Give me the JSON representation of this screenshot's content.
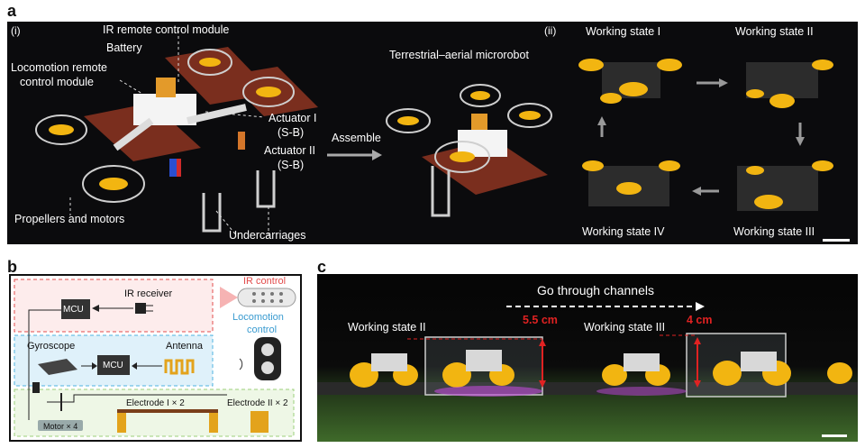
{
  "panel_a": {
    "letter": "a",
    "sub_i": "(i)",
    "sub_ii": "(ii)",
    "labels": {
      "ir_module": "IR remote control module",
      "battery": "Battery",
      "locomotion_module_1": "Locomotion remote",
      "locomotion_module_2": "control module",
      "actuator1_1": "Actuator I",
      "actuator1_2": "(S-B)",
      "actuator2_1": "Actuator II",
      "actuator2_2": "(S-B)",
      "propellers": "Propellers and motors",
      "undercarriages": "Undercarriages",
      "assemble": "Assemble",
      "microbot": "Terrestrial–aerial microrobot"
    },
    "states": [
      "Working state I",
      "Working state II",
      "Working state III",
      "Working state IV"
    ]
  },
  "panel_b": {
    "letter": "b",
    "mcu": "MCU",
    "ir_receiver": "IR receiver",
    "ir_control": "IR control",
    "loco_control_1": "Locomotion",
    "loco_control_2": "control",
    "gyroscope": "Gyroscope",
    "antenna": "Antenna",
    "electrode1": "Electrode I × 2",
    "electrode2": "Electrode II × 2",
    "motor": "Motor × 4",
    "colors": {
      "ir_box": "#e24b4b",
      "loco_box": "#4fb3e0",
      "power_box": "#9bcf7a"
    }
  },
  "panel_c": {
    "letter": "c",
    "title": "Go through channels",
    "state2": "Working state II",
    "state3": "Working state III",
    "h1": "5.5 cm",
    "h2": "4 cm",
    "accent": "#e02222"
  }
}
